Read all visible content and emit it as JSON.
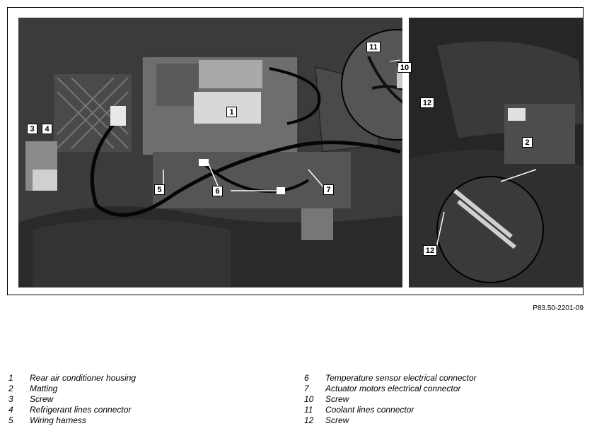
{
  "figure": {
    "id": "P83.50-2201-09",
    "callouts": {
      "c1": "1",
      "c2": "2",
      "c3": "3",
      "c4": "4",
      "c5": "5",
      "c6": "6",
      "c7": "7",
      "c10": "10",
      "c11": "11",
      "c12": "12",
      "c12b": "12"
    }
  },
  "legend": {
    "left": [
      {
        "num": "1",
        "text": "Rear air conditioner housing"
      },
      {
        "num": "2",
        "text": "Matting"
      },
      {
        "num": "3",
        "text": "Screw"
      },
      {
        "num": "4",
        "text": "Refrigerant lines connector"
      },
      {
        "num": "5",
        "text": "Wiring harness"
      }
    ],
    "right": [
      {
        "num": "6",
        "text": "Temperature sensor electrical connector"
      },
      {
        "num": "7",
        "text": "Actuator motors electrical connector"
      },
      {
        "num": "10",
        "text": "Screw"
      },
      {
        "num": "11",
        "text": "Coolant lines connector"
      },
      {
        "num": "12",
        "text": "Screw"
      }
    ]
  }
}
